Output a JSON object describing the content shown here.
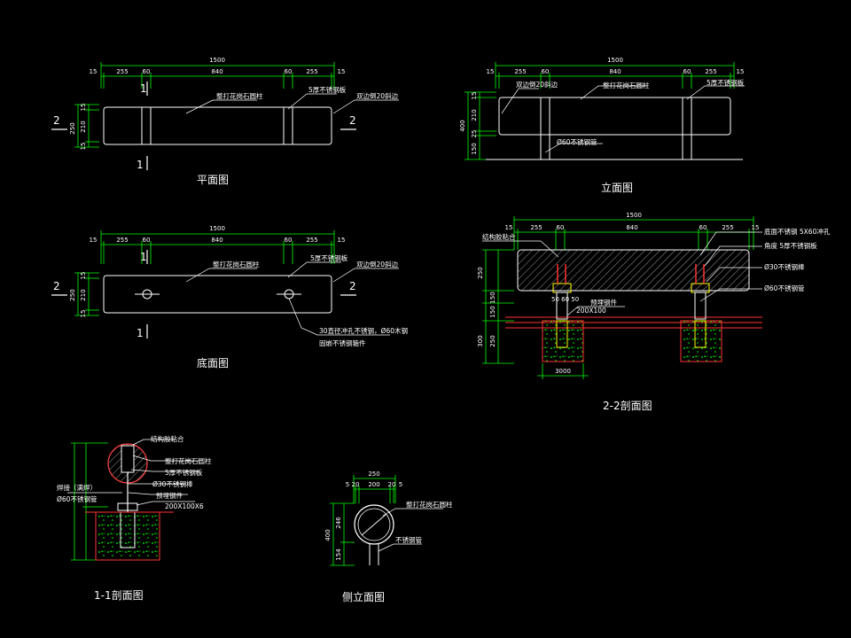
{
  "colors": {
    "background": "#000000",
    "outline": "#ffffff",
    "dimension": "#00ff00",
    "leader": "#ffffff",
    "concrete": "#00cc00",
    "hatch": "#ff3333",
    "red_line": "#ff0000",
    "yellow": "#ffff00",
    "section": "#ff4040"
  },
  "views": {
    "plan": {
      "title": "平面图",
      "overall": "1500",
      "segments": [
        "15",
        "255",
        "60",
        "840",
        "60",
        "255",
        "15"
      ],
      "height_dims": [
        "15",
        "210",
        "15"
      ],
      "height_total": "250",
      "label_stone": "整打花岗石圆柱",
      "label_plate": "5厚不锈钢板",
      "label_chamfer": "双边倒20斜边",
      "section_1": "1",
      "section_2": "2"
    },
    "elevation": {
      "title": "立面图",
      "overall": "1500",
      "segments": [
        "15",
        "255",
        "60",
        "840",
        "60",
        "255",
        "15"
      ],
      "height_dims": [
        "15",
        "210",
        "25"
      ],
      "height_total": "400",
      "lower_dim": "150",
      "label_chamfer": "双边倒20斜边",
      "label_stone": "整打花岗石圆柱",
      "label_plate": "5厚不锈钢板",
      "label_pipe": "Ø60不锈钢管"
    },
    "bottom": {
      "title": "底面图",
      "overall": "1500",
      "segments": [
        "15",
        "255",
        "60",
        "840",
        "60",
        "255",
        "15"
      ],
      "height_dims": [
        "15",
        "210",
        "15"
      ],
      "height_total": "250",
      "label_stone": "整打花岗石圆柱",
      "label_plate": "5厚不锈钢板",
      "label_chamfer": "双边倒20斜边",
      "label_hole_1": "30直径冲孔不锈钢，Ø60木钢",
      "label_hole_2": "固嵌不锈钢箍件",
      "section_1": "1",
      "section_2": "2"
    },
    "section22": {
      "title": "2-2剖面图",
      "overall": "1500",
      "segments": [
        "15",
        "255",
        "60",
        "840",
        "60",
        "255",
        "15"
      ],
      "left_dims": [
        "250",
        "150",
        "150",
        "300",
        "250"
      ],
      "label_top_left": "结构胶粘合",
      "label_plate_a": "底面不锈钢 5X60冲孔",
      "label_plate_b": "角度 5厚不锈钢板",
      "label_rod": "Ø30不锈钢棒",
      "label_pipe": "Ø60不锈钢管",
      "label_base": "预埋钢件",
      "label_base_size": "200X100",
      "label_web": "50 60 50",
      "label_footing": "3000"
    },
    "section11": {
      "title": "1-1剖面图",
      "label_glue": "结构胶粘合",
      "label_stone": "整打花岗石圆柱",
      "label_plate": "5厚不锈钢板",
      "label_rod": "Ø30不锈钢棒",
      "label_embed": "预埋钢件",
      "label_embed_size": "200X100X6",
      "label_weld": "焊接（满焊）",
      "label_pipe": "Ø60不锈钢管"
    },
    "side": {
      "title": "侧立面图",
      "top_total": "250",
      "top_segments": [
        "5",
        "20",
        "200",
        "20",
        "5"
      ],
      "height_total": "400",
      "height_dims": [
        "246",
        "154"
      ],
      "label_stone": "整打花岗石圆柱",
      "label_pipe": "不锈钢管"
    }
  }
}
